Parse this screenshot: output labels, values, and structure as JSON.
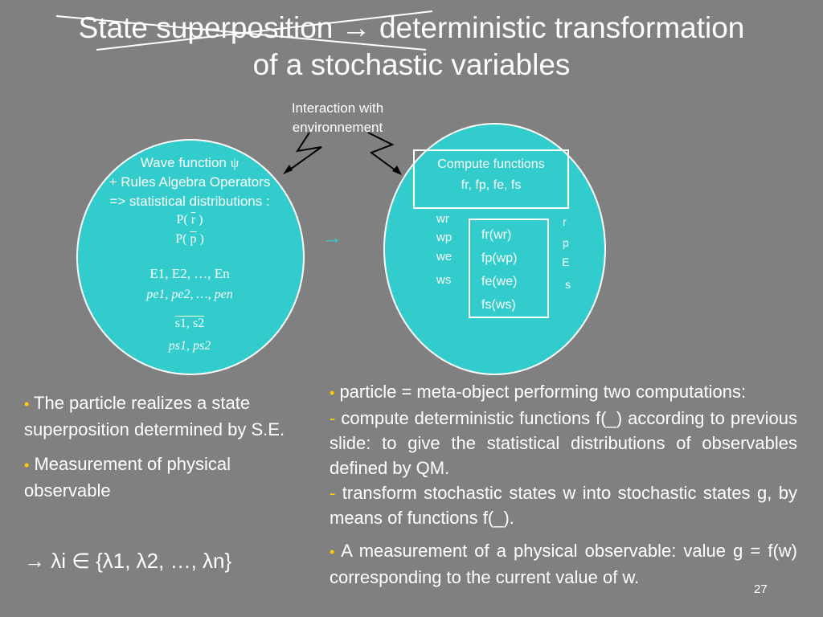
{
  "title": {
    "line1_part1": "State superposition",
    "line1_arrow": "→",
    "line1_part2": "deterministic transformation",
    "line2": "of a stochastic variables"
  },
  "interaction_label": {
    "line1": "Interaction with",
    "line2": "environnement"
  },
  "left_circle": {
    "wave_prefix": "Wave function ",
    "psi": "ψ",
    "rules": "+ Rules Algebra Operators",
    "stat": "=> statistical distributions :",
    "pr_open": "P( ",
    "pr_var": "r",
    "pr_close": " )",
    "pp_open": "P( ",
    "pp_var": "p",
    "pp_close": " )",
    "e_line": "E1, E2, …, En",
    "pe_line": "pe1, pe2, …, pen",
    "s_line": "s1, s2",
    "ps_line": "ps1, ps2"
  },
  "middle_arrow": "→",
  "right_circle": {
    "compute_title": "Compute functions",
    "compute_funcs": "fr, fp, fe, fs",
    "inputs": [
      "wr",
      "wp",
      "we",
      "ws"
    ],
    "fbox": [
      "fr(wr)",
      "fp(wp)",
      "fe(we)",
      "fs(ws)"
    ],
    "outputs": [
      "r",
      "p",
      "E",
      "s"
    ]
  },
  "left_bullets": {
    "b1": "The particle realizes a state superposition determined by S.E.",
    "b2": "Measurement of physical observable",
    "lambda": "→ λi ∈ {λ1, λ2, …, λn}"
  },
  "right_bullets": {
    "b1": "particle = meta-object performing two computations:",
    "d1": "compute deterministic functions f(_) according to previous slide: to give the statistical distributions of observables defined by QM.",
    "d2": "transform stochastic states w into stochastic states g, by means of functions f(_).",
    "b2": "A  measurement of a physical observable: value g = f(w) corresponding to the current value of w."
  },
  "page_number": "27"
}
